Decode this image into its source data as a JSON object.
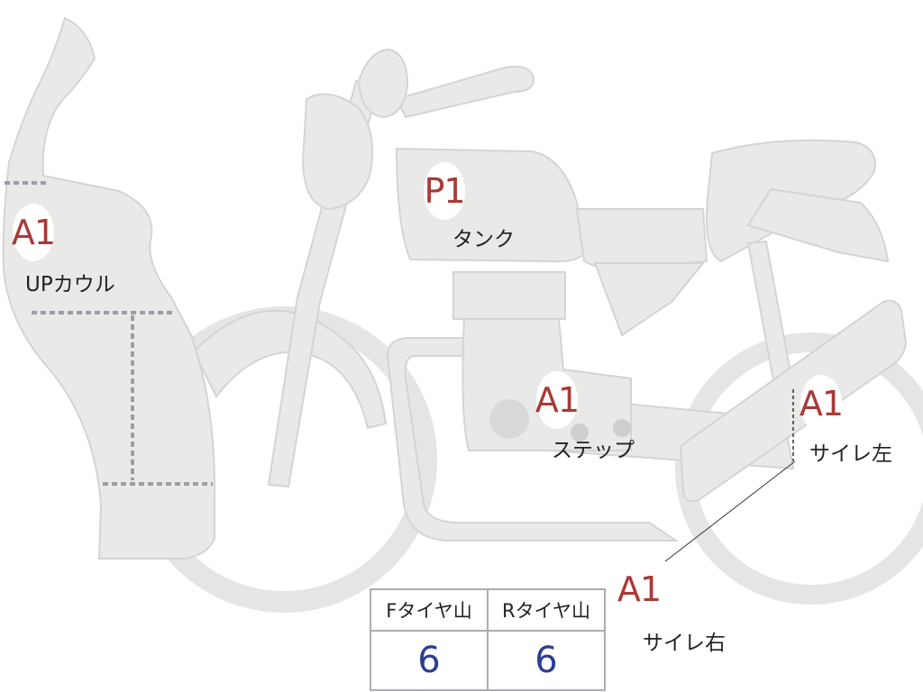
{
  "colors": {
    "part_fill": "#e9e9e7",
    "part_stroke": "#d4d4d2",
    "grade_text": "#a83a36",
    "count_text": "#2a3f8f",
    "dotted_line": "#9a9ea6"
  },
  "annotations": [
    {
      "id": "upcowl",
      "grade": "A1",
      "label": "UPカウル"
    },
    {
      "id": "tank",
      "grade": "P1",
      "label": "タンク"
    },
    {
      "id": "step",
      "grade": "A1",
      "label": "ステップ"
    },
    {
      "id": "muffler-left",
      "grade": "A1",
      "label": "サイレ左"
    },
    {
      "id": "muffler-right",
      "grade": "A1",
      "label": "サイレ右"
    }
  ],
  "tire_table": {
    "headers": [
      "Fタイヤ山",
      "Rタイヤ山"
    ],
    "values": [
      "6",
      "6"
    ]
  }
}
